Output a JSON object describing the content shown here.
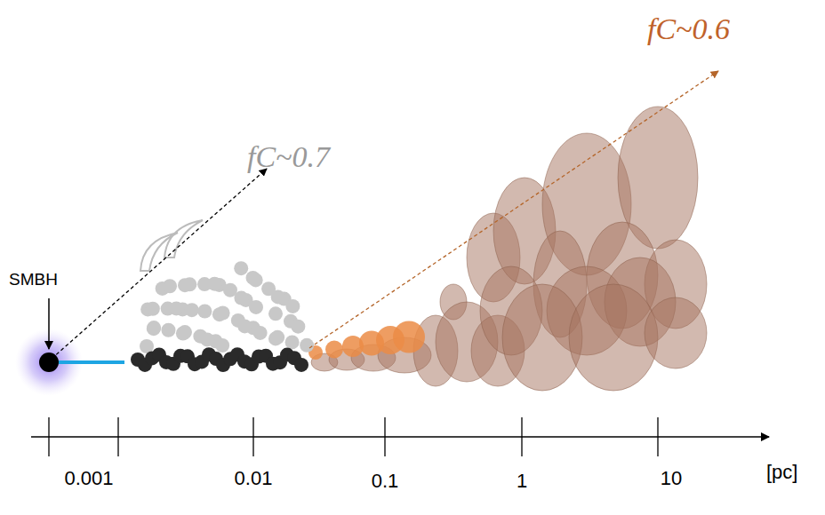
{
  "diagram": {
    "labels": [
      "SMBH",
      "fC~0.7",
      "fC~0.6",
      "0.001",
      "0.01",
      "0.1",
      "1",
      "10",
      "[pc]"
    ]
  }
}
